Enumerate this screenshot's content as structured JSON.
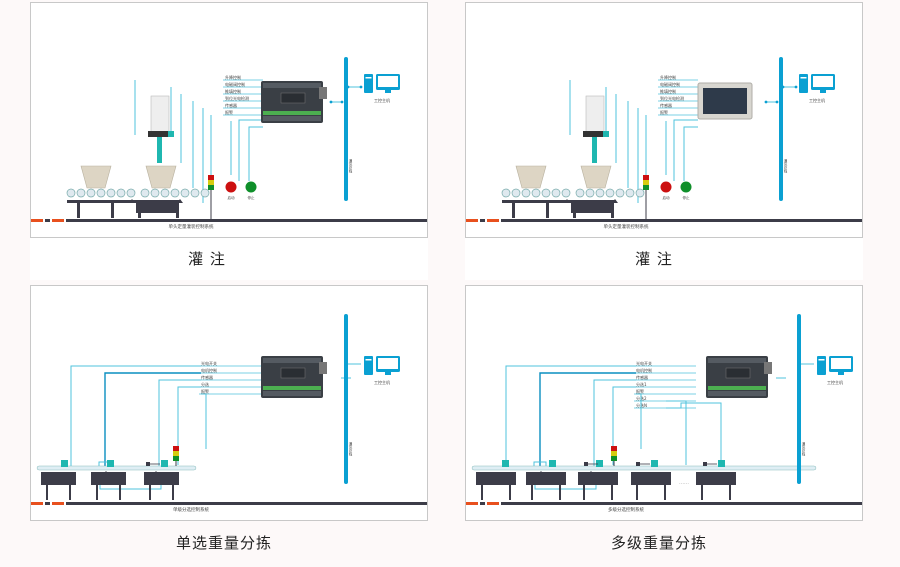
{
  "colors": {
    "line": "#4fc3dc",
    "bus": "#0aa0d2",
    "dark": "#3c3c48",
    "accent_orange": "#e8501e",
    "teal": "#1fb7b0",
    "red": "#cc1010",
    "yellow": "#d6cc10",
    "green": "#0f8f2a",
    "bucket": "#ddd5c4"
  },
  "panels": [
    {
      "caption": "灌 注",
      "system_label": "单头定量灌装控制系统",
      "controller": "PLC",
      "signal_labels": [
        "升降控制",
        "电磁阀控制",
        "推填控制",
        "到位光电检测",
        "传感器",
        "报警"
      ],
      "buttons": [
        "启动",
        "停止"
      ],
      "bus_label": "通讯总线",
      "pc_label": "工控主机"
    },
    {
      "caption": "灌 注",
      "system_label": "单头定量灌装控制系统",
      "controller": "HMI",
      "signal_labels": [
        "升降控制",
        "电磁阀控制",
        "推填控制",
        "到位光电检测",
        "传感器",
        "报警"
      ],
      "buttons": [
        "启动",
        "停止"
      ],
      "bus_label": "通讯总线",
      "pc_label": "工控主机"
    },
    {
      "caption": "单选重量分拣",
      "system_label": "单级分选控制系统",
      "controller": "PLC",
      "signal_labels": [
        "光电开关",
        "电机控制",
        "传感器",
        "分选",
        "报警"
      ],
      "bus_label": "通讯总线",
      "pc_label": "工控主机"
    },
    {
      "caption": "多级重量分拣",
      "system_label": "多级分选控制系统",
      "controller": "PLC",
      "signal_labels": [
        "光电开关",
        "电机控制",
        "传感器",
        "分选1",
        "报警",
        "分选2",
        "分选N"
      ],
      "ellipsis": "……",
      "bus_label": "通讯总线",
      "pc_label": "工控主机"
    }
  ]
}
